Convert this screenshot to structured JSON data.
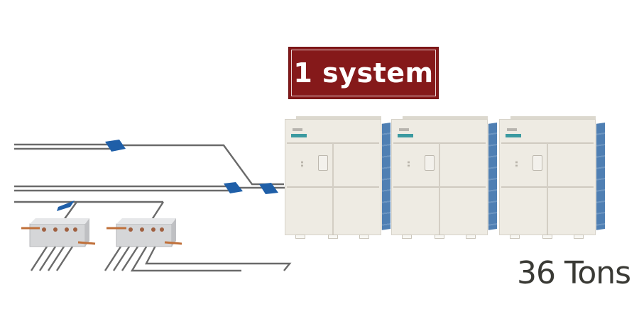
{
  "diagram": {
    "system_label": "1 system",
    "capacity_label": "36 Tons",
    "colors": {
      "label_background": "#85191a",
      "label_text": "#ffffff",
      "capacity_text": "#3a3a35",
      "pipe": "#6a6a6a",
      "joint": "#1f5fa8",
      "unit_body": "#eeebe3",
      "unit_coil": "#4f7fb3"
    },
    "outdoor_units": [
      {
        "name": "outdoor-unit-1",
        "brand_badge": "teal"
      },
      {
        "name": "outdoor-unit-2",
        "brand_badge": "teal"
      },
      {
        "name": "outdoor-unit-3",
        "brand_badge": "teal"
      }
    ],
    "branch_boxes": [
      {
        "name": "branch-box-1"
      },
      {
        "name": "branch-box-2"
      }
    ],
    "refrigerant_joints": 4
  }
}
